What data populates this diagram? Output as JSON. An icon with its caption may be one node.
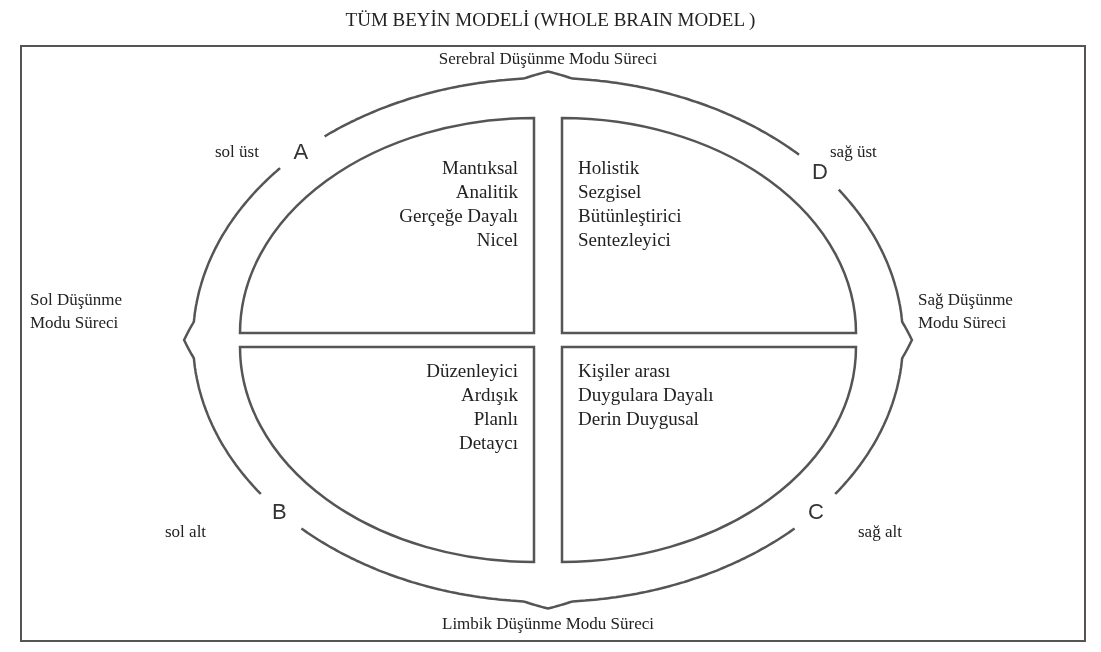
{
  "diagram": {
    "title": "TÜM BEYİN MODELİ (WHOLE BRAIN MODEL )",
    "nodes": [
      {
        "text": [
          "Mantıksal",
          "Analitik",
          "Gerçeğe Dayalı",
          "Nicel"
        ],
        "beside": [
          "A"
        ]
      },
      {
        "text": [
          "Holistik",
          "Sezgisel",
          "Bütünleştirici",
          "Sentezleyici"
        ],
        "beside": [
          "D"
        ]
      },
      {
        "text": [
          "Düzenleyici",
          "Ardışık",
          "Planlı",
          "Detaycı"
        ],
        "beside": [
          "B"
        ]
      },
      {
        "text": [
          "Kişiler arası",
          "Duygulara Dayalı",
          "Derin Duygusal"
        ],
        "beside": [
          "C"
        ]
      }
    ],
    "edges": [],
    "labels": [
      "Serebral Düşünme Modu Süreci",
      "sol üst",
      "sağ üst",
      "Sol Düşünme Modu Süreci",
      "Sağ Düşünme Modu Süreci",
      "sol alt",
      "sağ alt",
      "Limbik Düşünme Modu Süreci"
    ]
  }
}
